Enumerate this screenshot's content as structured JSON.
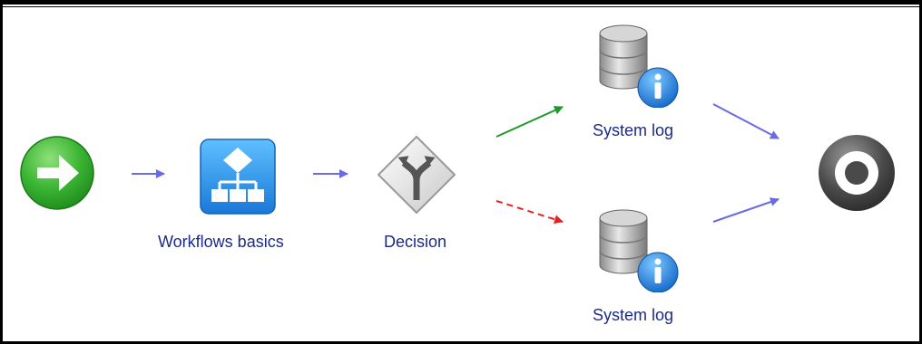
{
  "nodes": {
    "start": {
      "icon": "green-arrow-start-icon"
    },
    "workflow": {
      "icon": "workflow-chart-icon",
      "label": "Workflows basics"
    },
    "decision": {
      "icon": "fork-road-sign-icon",
      "label": "Decision"
    },
    "log_top": {
      "icon": "database-info-icon",
      "label": "System log"
    },
    "log_bottom": {
      "icon": "database-info-icon",
      "label": "System log"
    },
    "end": {
      "icon": "gray-target-end-icon"
    }
  },
  "colors": {
    "label": "#1a2a8a",
    "connector": "#6a6ae8",
    "true_branch": "#1e9a2a",
    "false_branch": "#e82020"
  }
}
